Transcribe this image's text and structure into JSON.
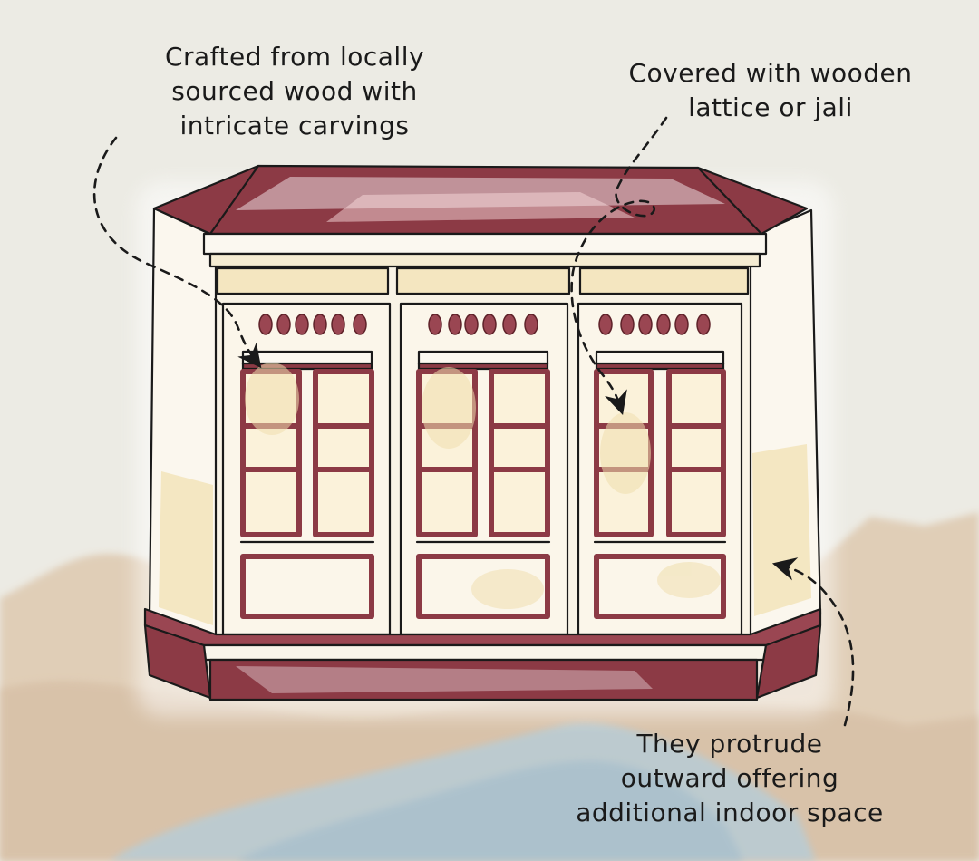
{
  "callouts": {
    "carvings": {
      "lines": [
        "Crafted from locally",
        "sourced wood with",
        "intricate carvings"
      ]
    },
    "lattice": {
      "lines": [
        "Covered with wooden",
        "lattice or jali"
      ]
    },
    "protrude": {
      "lines": [
        "They protrude",
        "outward offering",
        "additional indoor space"
      ]
    }
  },
  "colors": {
    "paper": "#ecebe4",
    "mountain": "#ddc8b0",
    "mountain_blue": "#b9cdd6",
    "maroon": "#8c3a45",
    "wood_cream": "#f7f1e3",
    "wash_yellow": "#f0dfae",
    "ink": "#1a1a1a"
  }
}
